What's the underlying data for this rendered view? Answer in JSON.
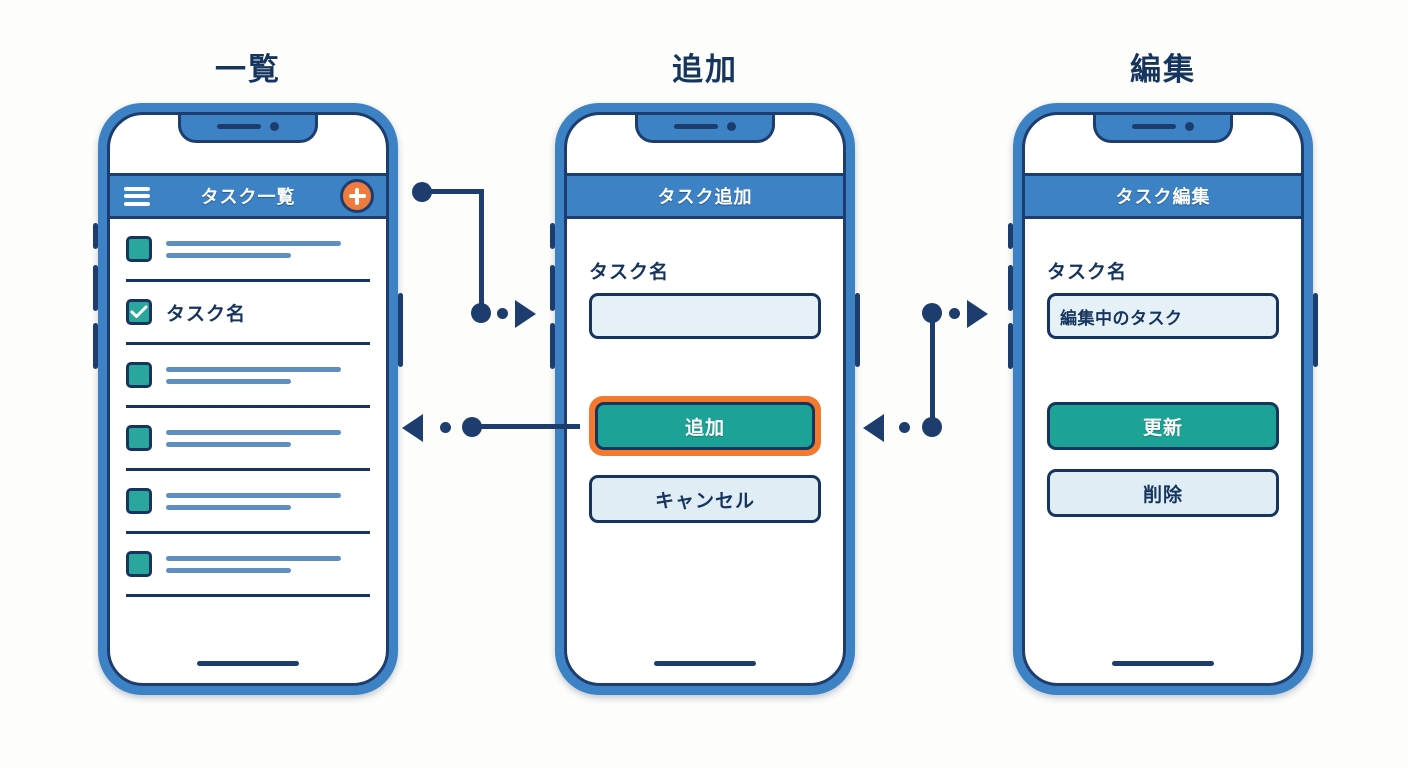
{
  "diagram": {
    "background_color": "#fdfdfb",
    "captions": [
      {
        "label": "一覧"
      },
      {
        "label": "追加"
      },
      {
        "label": "編集"
      }
    ]
  },
  "colors": {
    "frame_blue": "#3c82c4",
    "frame_navy": "#1d3d6e",
    "appbar_blue": "#3c82c4",
    "accent_orange": "#ef7c3c",
    "highlight_orange": "#f4792f",
    "teal": "#1ca396",
    "checkbox_teal": "#2aa79c",
    "input_bg": "#e6f0f7",
    "secondary_btn_bg": "#e0edf5",
    "text_navy": "#16355e",
    "line_steel": "#5f8fc0"
  },
  "screen_list": {
    "appbar": {
      "title": "タスク一覧",
      "menu_icon": "hamburger-menu-icon",
      "add_icon": "plus-circle-icon"
    },
    "rows": [
      {
        "checked": false,
        "label": "",
        "type": "placeholder"
      },
      {
        "checked": true,
        "label": "タスク名",
        "type": "labeled"
      },
      {
        "checked": false,
        "label": "",
        "type": "placeholder"
      },
      {
        "checked": false,
        "label": "",
        "type": "placeholder"
      },
      {
        "checked": false,
        "label": "",
        "type": "placeholder"
      },
      {
        "checked": false,
        "label": "",
        "type": "placeholder"
      }
    ]
  },
  "screen_add": {
    "appbar": {
      "title": "タスク追加"
    },
    "field": {
      "label": "タスク名",
      "value": "",
      "placeholder": ""
    },
    "primary_button": {
      "label": "追加",
      "highlighted": true
    },
    "secondary_button": {
      "label": "キャンセル"
    }
  },
  "screen_edit": {
    "appbar": {
      "title": "タスク編集"
    },
    "field": {
      "label": "タスク名",
      "value": "編集中のタスク",
      "placeholder": ""
    },
    "primary_button": {
      "label": "更新",
      "highlighted": false
    },
    "secondary_button": {
      "label": "削除"
    }
  },
  "connectors": [
    {
      "name": "list-to-add",
      "direction": "right",
      "from": "add-fab",
      "to": "add-screen"
    },
    {
      "name": "add-to-list",
      "direction": "left",
      "from": "add-button",
      "to": "list-screen"
    },
    {
      "name": "add-to-edit",
      "direction": "right",
      "from": "add-screen",
      "to": "edit-screen"
    },
    {
      "name": "edit-to-add",
      "direction": "left",
      "from": "edit-screen",
      "to": "add-screen"
    }
  ]
}
